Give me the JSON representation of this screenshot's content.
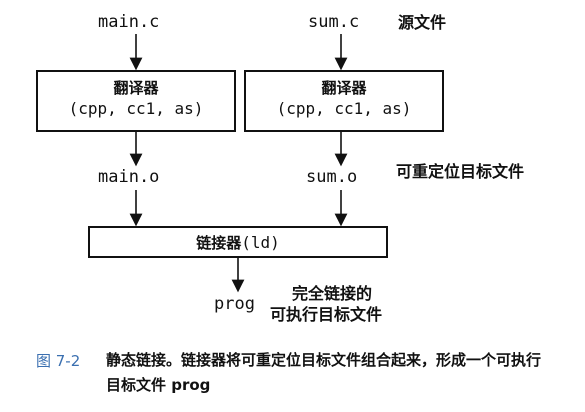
{
  "diagram": {
    "sources": {
      "left": "main.c",
      "right": "sum.c",
      "label": "源文件"
    },
    "translators": {
      "left": {
        "title": "翻译器",
        "tools": "(cpp, cc1, as)"
      },
      "right": {
        "title": "翻译器",
        "tools": "(cpp, cc1, as)"
      }
    },
    "objects": {
      "left": "main.o",
      "right": "sum.o",
      "label": "可重定位目标文件"
    },
    "linker": {
      "title": "链接器",
      "tool": "(ld)"
    },
    "output": {
      "name": "prog",
      "label_line1": "完全链接的",
      "label_line2": "可执行目标文件"
    }
  },
  "caption": {
    "figure_label": "图 7-2",
    "text": "静态链接。链接器将可重定位目标文件组合起来，形成一个可执行目标文件 prog"
  }
}
